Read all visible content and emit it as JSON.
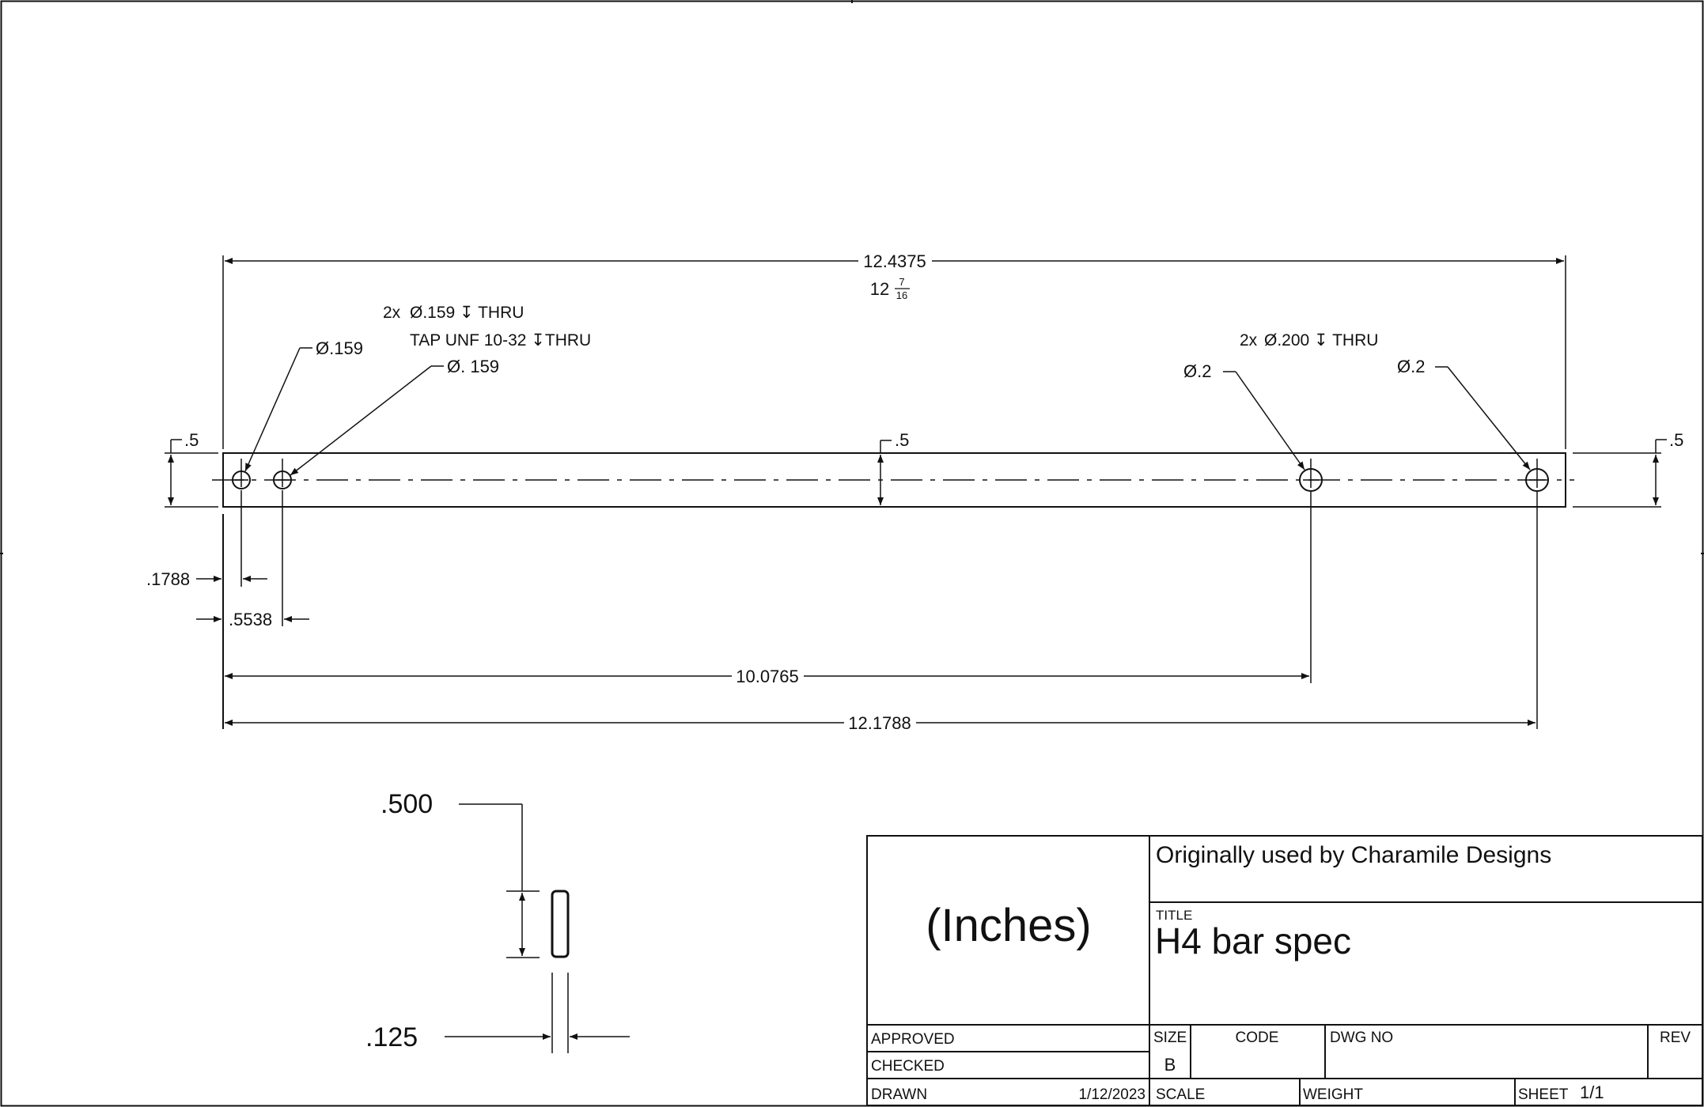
{
  "drawing": {
    "units_label": "(Inches)",
    "overall_length": "12.4375",
    "overall_length_fraction": {
      "whole": "12",
      "numerator": "7",
      "denominator": "16"
    },
    "small_holes": {
      "note_count": "2x",
      "note_line1": "Ø.159 ↧ THRU",
      "note_line2": "TAP UNF 10-32 ↧THRU",
      "callout1": "Ø.159",
      "callout2": "Ø. 159"
    },
    "large_holes": {
      "note_count": "2x",
      "note": "Ø.200 ↧ THRU",
      "callout1": "Ø.2",
      "callout2": "Ø.2"
    },
    "height_left": ".5",
    "height_center": ".5",
    "height_right": ".5",
    "hole_positions": {
      "first": ".1788",
      "second": ".5538",
      "third": "10.0765",
      "fourth": "12.1788"
    },
    "section_view": {
      "height": ".500",
      "thickness": ".125"
    }
  },
  "title_block": {
    "company": "Originally used by Charamile Designs",
    "title_label": "TITLE",
    "title": "H4 bar spec",
    "approved_label": "APPROVED",
    "checked_label": "CHECKED",
    "drawn_label": "DRAWN",
    "drawn_date": "1/12/2023",
    "size_label": "SIZE",
    "size_value": "B",
    "code_label": "CODE",
    "dwg_no_label": "DWG NO",
    "rev_label": "REV",
    "scale_label": "SCALE",
    "weight_label": "WEIGHT",
    "sheet_label": "SHEET",
    "sheet_value": "1/1"
  }
}
